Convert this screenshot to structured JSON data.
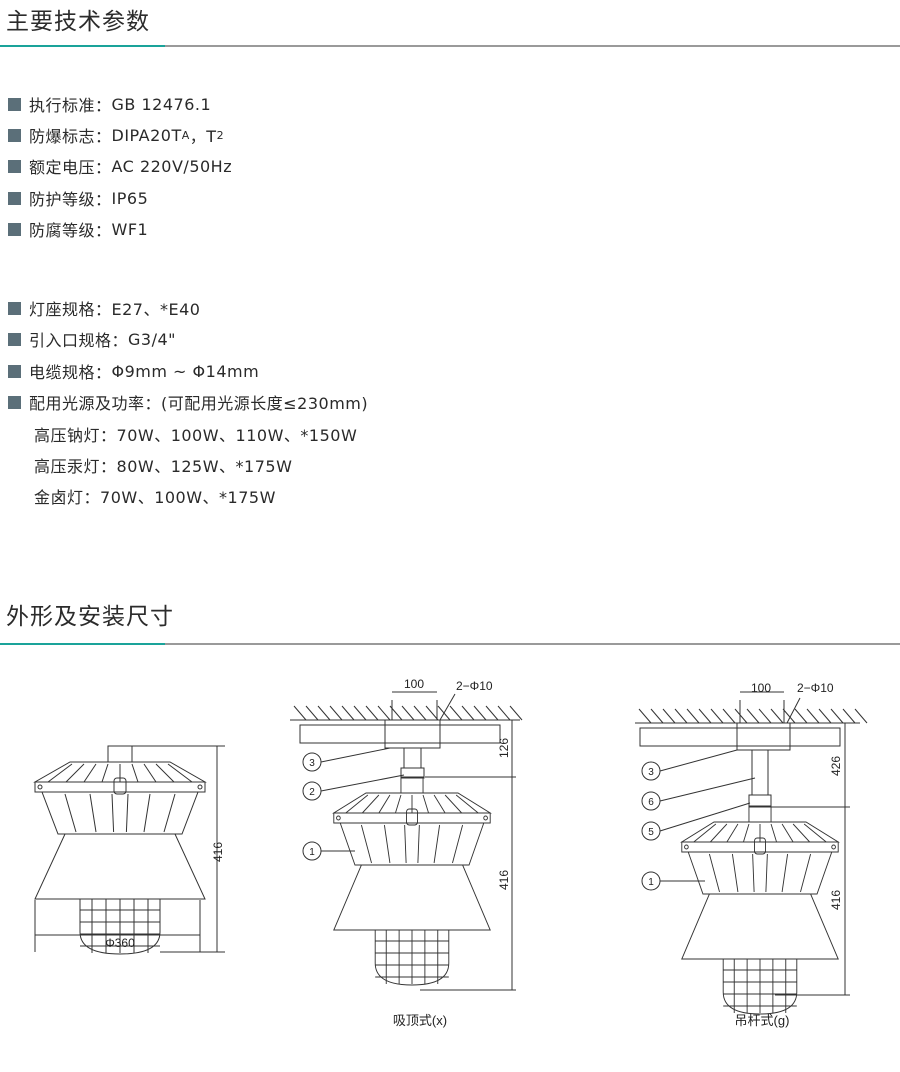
{
  "sections": {
    "tech_title": "主要技术参数",
    "install_title": "外形及安装尺寸"
  },
  "specs": [
    {
      "label": "执行标准：",
      "value": "GB 12476.1"
    },
    {
      "label": "防爆标志：",
      "value": "DIPA20T",
      "sub1": "A",
      "mid": "，T",
      "sub2": "2"
    },
    {
      "label": "额定电压：",
      "value": "AC 220V/50Hz"
    },
    {
      "label": "防护等级：",
      "value": "IP65"
    },
    {
      "label": "防腐等级：",
      "value": "WF1"
    }
  ],
  "specs2": [
    {
      "label": "灯座规格：",
      "value": "E27、*E40"
    },
    {
      "label": "引入口规格：",
      "value": "G3/4\""
    },
    {
      "label": "电缆规格：",
      "value": "Φ9mm ~ Φ14mm"
    },
    {
      "label": "配用光源及功率：",
      "value": "(可配用光源长度≤230mm)"
    }
  ],
  "lamps": [
    {
      "label": "高压钠灯：",
      "value": "70W、100W、110W、*150W"
    },
    {
      "label": "高压汞灯：",
      "value": "80W、125W、*175W"
    },
    {
      "label": "金卤灯：",
      "value": "70W、100W、*175W"
    }
  ],
  "drawings": {
    "left": {
      "height": "416",
      "diameter": "Φ360"
    },
    "ceiling": {
      "spacing": "100",
      "holes": "2−Φ10",
      "stem": "126",
      "height": "416",
      "callouts": [
        "3",
        "2",
        "1"
      ],
      "caption": "吸顶式(x)"
    },
    "pendant": {
      "spacing": "100",
      "holes": "2−Φ10",
      "stem": "426",
      "height": "416",
      "callouts": [
        "3",
        "6",
        "5",
        "1"
      ],
      "caption": "吊杆式(g)"
    }
  },
  "colors": {
    "accent": "#1aa39a",
    "bullet": "#5b6f79"
  }
}
